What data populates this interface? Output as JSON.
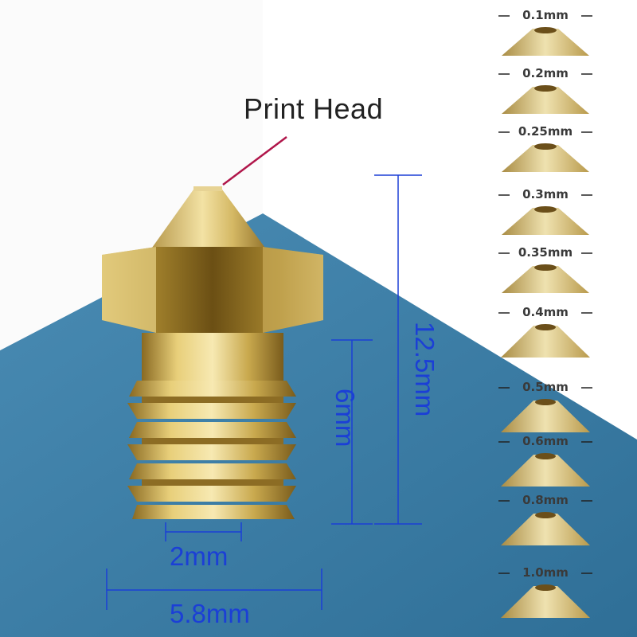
{
  "title": "Print Head",
  "dimensions": {
    "thread_pitch": "2mm",
    "hex_width": "5.8mm",
    "thread_length": "6mm",
    "total_length": "12.5mm"
  },
  "nozzle_sizes": [
    "0.1mm",
    "0.2mm",
    "0.25mm",
    "0.3mm",
    "0.35mm",
    "0.4mm",
    "0.5mm",
    "0.6mm",
    "0.8mm",
    "1.0mm"
  ],
  "colors": {
    "background_blue": "#3b7ea6",
    "brass": "#c9a94e",
    "dimension_blue": "#1b3fd6",
    "pointer_red": "#b0164a"
  }
}
